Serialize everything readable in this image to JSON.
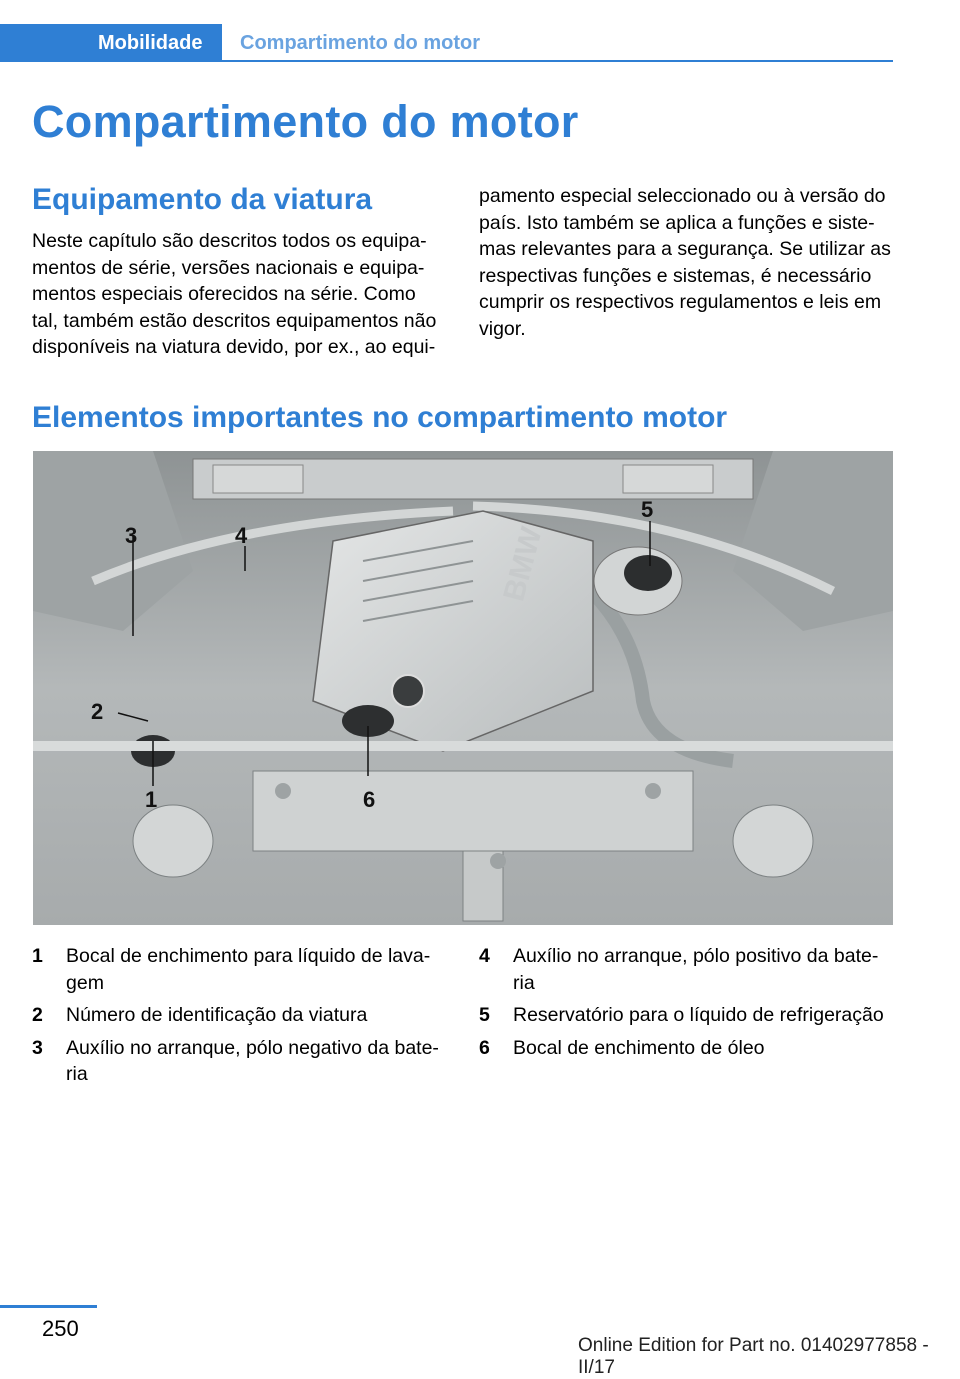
{
  "header": {
    "active_tab": "Mobilidade",
    "section_tab": "Compartimento do motor"
  },
  "page_title": "Compartimento do motor",
  "section1": {
    "title": "Equipamento da viatura",
    "left_text": "Neste capítulo são descritos todos os equipa‐\nmentos de série, versões nacionais e equipa‐\nmentos especiais oferecidos na série. Como\ntal, também estão descritos equipamentos não\ndisponíveis na viatura devido, por ex., ao equi‐",
    "right_text": "pamento especial seleccionado ou à versão do\npaís. Isto também se aplica a funções e siste‐\nmas relevantes para a segurança. Se utilizar as\nrespectivas funções e sistemas, é necessário\ncumprir os respectivos regulamentos e leis em\nvigor."
  },
  "section2": {
    "title": "Elementos importantes no compartimento motor"
  },
  "figure": {
    "callouts": [
      "1",
      "2",
      "3",
      "4",
      "5",
      "6"
    ],
    "logo_text": "BMW"
  },
  "legend": {
    "left": [
      {
        "num": "1",
        "text": "Bocal de enchimento para líquido de lava‐\ngem"
      },
      {
        "num": "2",
        "text": "Número de identificação da viatura"
      },
      {
        "num": "3",
        "text": "Auxílio no arranque, pólo negativo da bate‐\nria"
      }
    ],
    "right": [
      {
        "num": "4",
        "text": "Auxílio no arranque, pólo positivo da bate‐\nria"
      },
      {
        "num": "5",
        "text": "Reservatório para o líquido de refrigeração"
      },
      {
        "num": "6",
        "text": "Bocal de enchimento de óleo"
      }
    ]
  },
  "footer": {
    "page_number": "250",
    "edition": "Online Edition for Part no. 01402977858 - II/17"
  }
}
